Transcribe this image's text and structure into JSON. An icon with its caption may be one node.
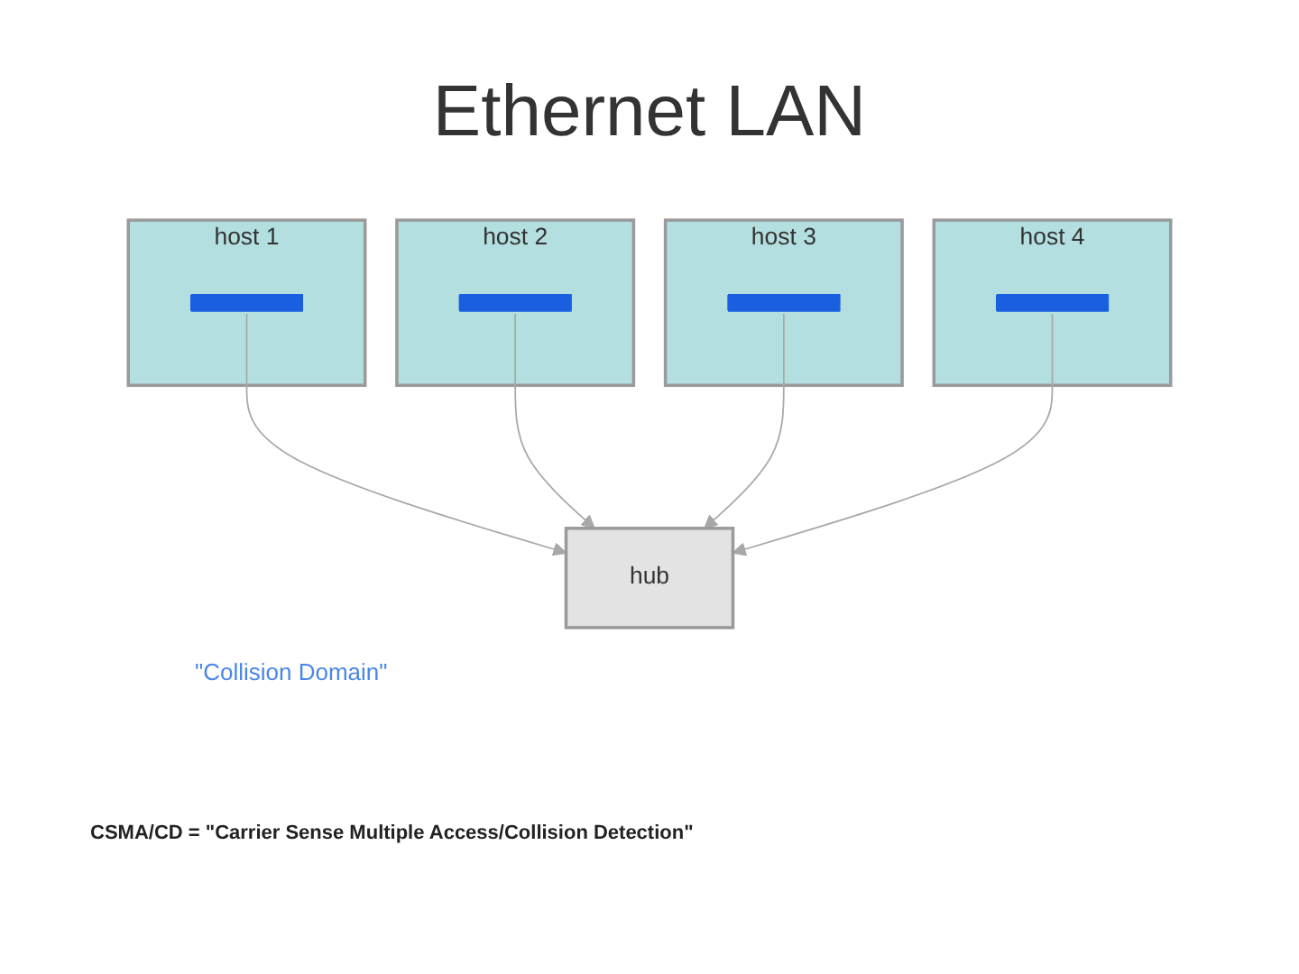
{
  "diagram": {
    "title": "Ethernet LAN",
    "nodes": [
      {
        "text": [
          "host 1"
        ]
      },
      {
        "text": [],
        "shape": "bar",
        "in": 0
      },
      {
        "text": [
          "host 2"
        ]
      },
      {
        "text": [],
        "shape": "bar",
        "in": 2
      },
      {
        "text": [
          "host 3"
        ]
      },
      {
        "text": [],
        "shape": "bar",
        "in": 4
      },
      {
        "text": [
          "hub"
        ]
      },
      {
        "text": [
          "host 4"
        ]
      },
      {
        "text": [],
        "shape": "bar",
        "in": 7
      }
    ],
    "edges": [
      {
        "from": 1,
        "to": 6,
        "arrow": "to"
      },
      {
        "from": 3,
        "to": 6,
        "arrow": "to"
      },
      {
        "from": 5,
        "to": 6,
        "arrow": "to"
      },
      {
        "from": 8,
        "to": 6,
        "arrow": "to"
      }
    ],
    "labels": [
      "\"Collision Domain\"",
      "CSMA/CD = \"Carrier Sense Multiple Access/Collision Detection\""
    ]
  }
}
